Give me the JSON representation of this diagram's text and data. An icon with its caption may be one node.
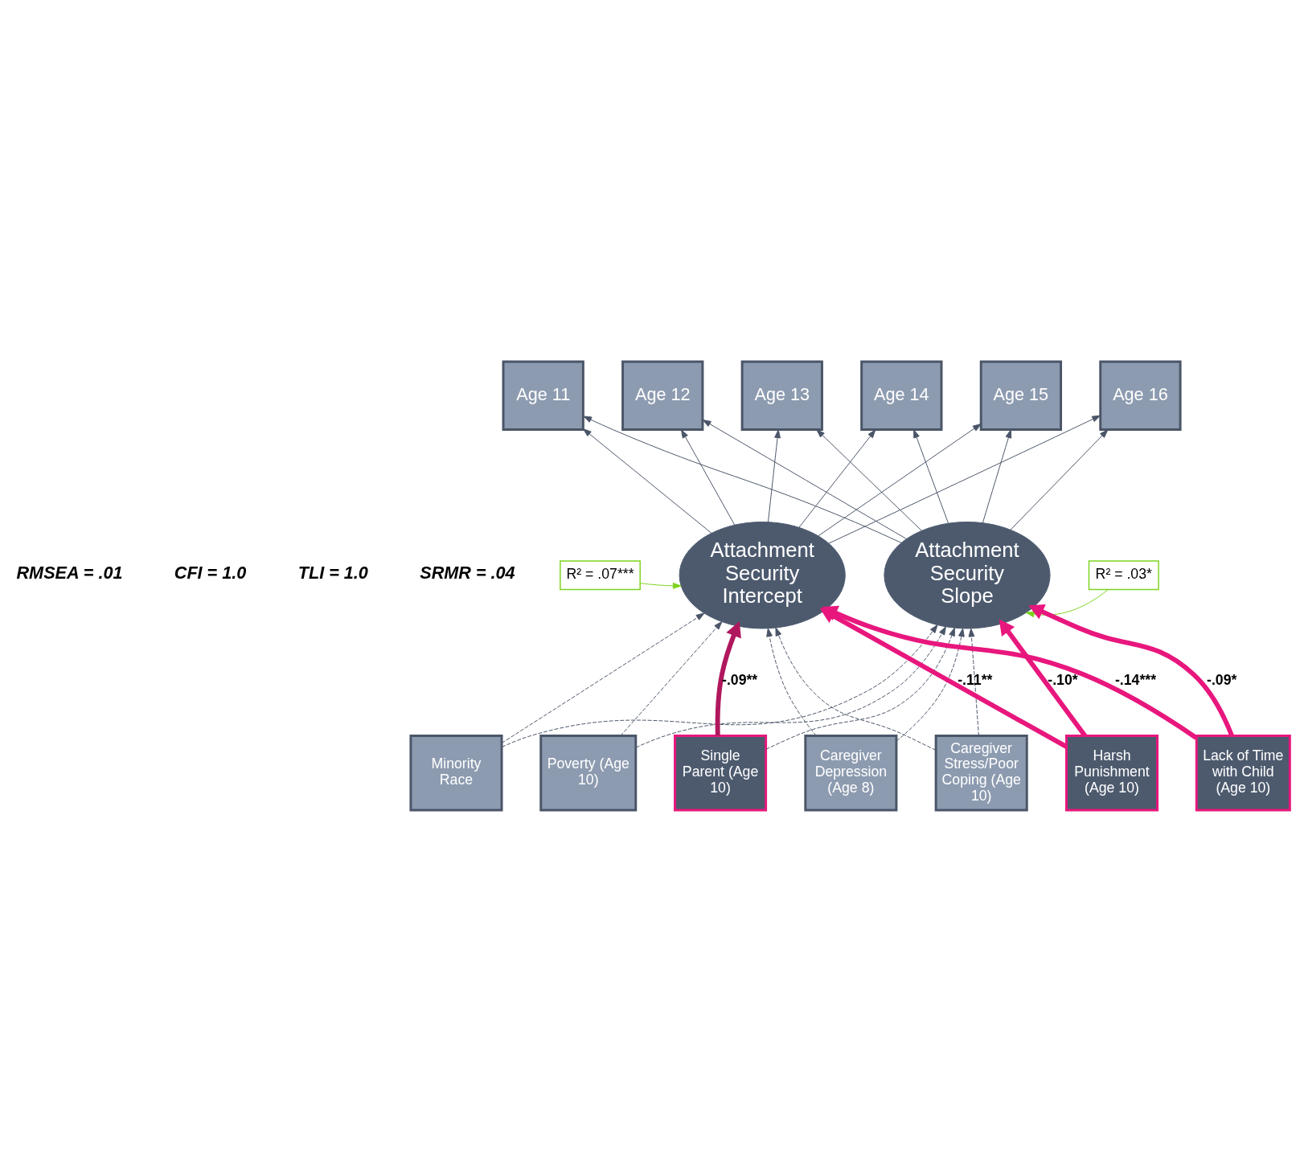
{
  "diagram": {
    "nodes": [
      {
        "text": [
          "Age 11"
        ]
      },
      {
        "text": [
          "Age 12"
        ]
      },
      {
        "text": [
          "Age 13"
        ]
      },
      {
        "text": [
          "Age 14"
        ]
      },
      {
        "text": [
          "Age 15"
        ]
      },
      {
        "text": [
          "Age 16"
        ]
      },
      {
        "text": [
          "Attachment Security Intercept"
        ]
      },
      {
        "text": [
          "Attachment Security Slope"
        ]
      },
      {
        "text": [
          "R² = .07***"
        ]
      },
      {
        "text": [
          "R² = .03*"
        ]
      },
      {
        "text": [
          "Minority Race"
        ]
      },
      {
        "text": [
          "Poverty (Age 10)"
        ]
      },
      {
        "text": [
          "Single Parent (Age 10)"
        ]
      },
      {
        "text": [
          "Caregiver Depression (Age 8)"
        ]
      },
      {
        "text": [
          "Caregiver Stress/Poor Coping (Age 10)"
        ]
      },
      {
        "text": [
          "Harsh Punishment (Age 10)"
        ]
      },
      {
        "text": [
          "Lack of Time with Child (Age 10)"
        ]
      }
    ],
    "edges": [
      {
        "from": 6,
        "to": 0,
        "arrow": "to"
      },
      {
        "from": 6,
        "to": 1,
        "arrow": "to"
      },
      {
        "from": 6,
        "to": 2,
        "arrow": "to"
      },
      {
        "from": 6,
        "to": 3,
        "arrow": "to"
      },
      {
        "from": 6,
        "to": 4,
        "arrow": "to"
      },
      {
        "from": 6,
        "to": 5,
        "arrow": "to"
      },
      {
        "from": 7,
        "to": 0,
        "arrow": "to"
      },
      {
        "from": 7,
        "to": 1,
        "arrow": "to"
      },
      {
        "from": 7,
        "to": 2,
        "arrow": "to"
      },
      {
        "from": 7,
        "to": 3,
        "arrow": "to"
      },
      {
        "from": 7,
        "to": 4,
        "arrow": "to"
      },
      {
        "from": 7,
        "to": 5,
        "arrow": "to"
      },
      {
        "from": 8,
        "to": 6,
        "arrow": "to",
        "color": "#7ed321"
      },
      {
        "from": 9,
        "to": 7,
        "arrow": "to",
        "color": "#7ed321"
      },
      {
        "from": 10,
        "to": 6,
        "arrow": "to",
        "style": "dashed"
      },
      {
        "from": 10,
        "to": 7,
        "arrow": "to",
        "style": "dashed"
      },
      {
        "from": 11,
        "to": 6,
        "arrow": "to",
        "style": "dashed"
      },
      {
        "from": 11,
        "to": 7,
        "arrow": "to",
        "style": "dashed"
      },
      {
        "from": 12,
        "to": 6,
        "arrow": "to",
        "label": "-.09**",
        "style": "thick",
        "color": "#b0185e"
      },
      {
        "from": 12,
        "to": 7,
        "arrow": "to",
        "style": "dashed"
      },
      {
        "from": 13,
        "to": 6,
        "arrow": "to",
        "style": "dashed"
      },
      {
        "from": 13,
        "to": 7,
        "arrow": "to",
        "style": "dashed"
      },
      {
        "from": 14,
        "to": 6,
        "arrow": "to",
        "style": "dashed"
      },
      {
        "from": 14,
        "to": 7,
        "arrow": "to",
        "style": "dashed"
      },
      {
        "from": 15,
        "to": 6,
        "arrow": "to",
        "label": "-.11**",
        "style": "thick",
        "color": "#e8177d"
      },
      {
        "from": 15,
        "to": 7,
        "arrow": "to",
        "label": "-.10*",
        "style": "thick",
        "color": "#e8177d"
      },
      {
        "from": 16,
        "to": 6,
        "arrow": "to",
        "label": "-.14***",
        "style": "thick",
        "color": "#e8177d"
      },
      {
        "from": 16,
        "to": 7,
        "arrow": "to",
        "label": "-.09*",
        "style": "thick",
        "color": "#e8177d"
      }
    ],
    "labels": [
      "RMSEA = .01",
      "CFI = 1.0",
      "TLI = 1.0",
      "SRMR = .04"
    ]
  }
}
